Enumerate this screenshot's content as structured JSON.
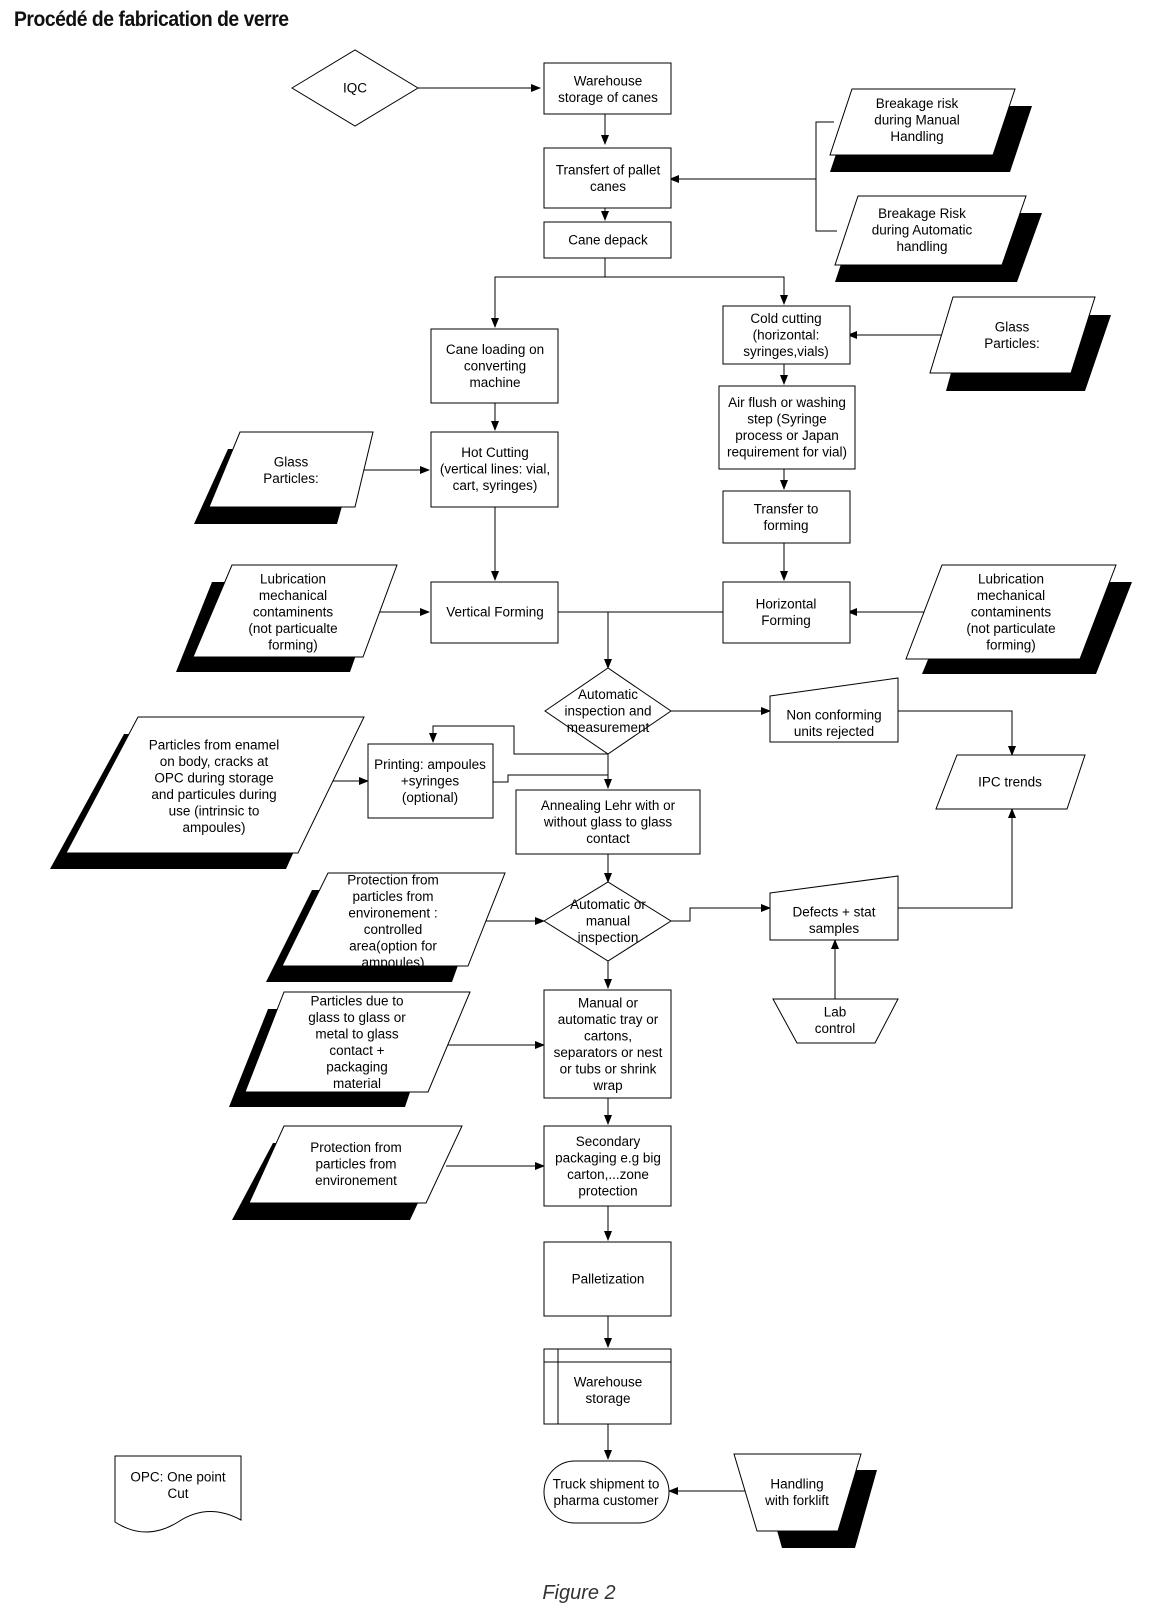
{
  "title": "Procédé de fabrication de verre",
  "caption": "Figure 2",
  "nodes": {
    "iqc": [
      "IQC"
    ],
    "warehouse_canes": [
      "Warehouse",
      "storage of canes"
    ],
    "transfert": [
      "Transfert of pallet",
      "canes"
    ],
    "cane_depack": [
      "Cane depack"
    ],
    "breakage_manual": [
      "Breakage risk",
      "during Manual",
      "Handling"
    ],
    "breakage_auto": [
      "Breakage Risk",
      "during Automatic",
      "handling"
    ],
    "cane_loading": [
      "Cane loading on",
      "converting",
      "machine"
    ],
    "cold_cutting": [
      "Cold cutting",
      "(horizontal:",
      "syringes,vials)"
    ],
    "glass_particles_right": [
      "Glass",
      "Particles:"
    ],
    "air_flush": [
      "Air flush or washing",
      "step (Syringe",
      "process or Japan",
      "requirement for vial)"
    ],
    "glass_particles_left": [
      "Glass",
      "Particles:"
    ],
    "hot_cutting": [
      "Hot Cutting",
      "(vertical lines: vial,",
      "cart, syringes)"
    ],
    "transfer_forming": [
      "Transfer to",
      "forming"
    ],
    "lubrication_left": [
      "Lubrication",
      "mechanical",
      "contaminents",
      "(not particualte",
      "forming)"
    ],
    "vertical_forming": [
      "Vertical Forming"
    ],
    "horizontal_forming": [
      "Horizontal",
      "Forming"
    ],
    "lubrication_right": [
      "Lubrication",
      "mechanical",
      "contaminents",
      "(not particulate",
      "forming)"
    ],
    "auto_inspection": [
      "Automatic",
      "inspection and",
      "measurement"
    ],
    "non_conforming": [
      "Non conforming",
      "units rejected"
    ],
    "ipc_trends": [
      "IPC trends"
    ],
    "particles_enamel": [
      "Particles from enamel",
      "on body, cracks at",
      "OPC during storage",
      "and particules during",
      "use (intrinsic to",
      "ampoules)"
    ],
    "printing": [
      "Printing: ampoules",
      "+syringes",
      "(optional)"
    ],
    "annealing": [
      "Annealing Lehr with or",
      "without glass to glass",
      "contact"
    ],
    "protection_controlled": [
      "Protection from",
      "particles from",
      "environement :",
      "controlled",
      "area(option for",
      "ampoules)"
    ],
    "auto_manual_inspection": [
      "Automatic or",
      "manual",
      "inspection"
    ],
    "defects_samples": [
      "Defects + stat",
      "samples"
    ],
    "lab_control": [
      "Lab",
      "control"
    ],
    "particles_glass_contact": [
      "Particles due to",
      "glass to glass or",
      "metal to glass",
      "contact +",
      "packaging",
      "material"
    ],
    "tray_cartons": [
      "Manual or",
      "automatic tray or",
      "cartons,",
      "separators or nest",
      "or tubs or shrink",
      "wrap"
    ],
    "protection_env": [
      "Protection from",
      "particles from",
      "environement"
    ],
    "secondary_packaging": [
      "Secondary",
      "packaging e.g big",
      "carton,...zone",
      "protection"
    ],
    "palletization": [
      "Palletization"
    ],
    "warehouse_storage": [
      "Warehouse",
      "storage"
    ],
    "opc_note": [
      "OPC: One point",
      "Cut"
    ],
    "truck_shipment": [
      "Truck shipment to",
      "pharma customer"
    ],
    "handling_forklift": [
      "Handling",
      "with forklift"
    ]
  }
}
